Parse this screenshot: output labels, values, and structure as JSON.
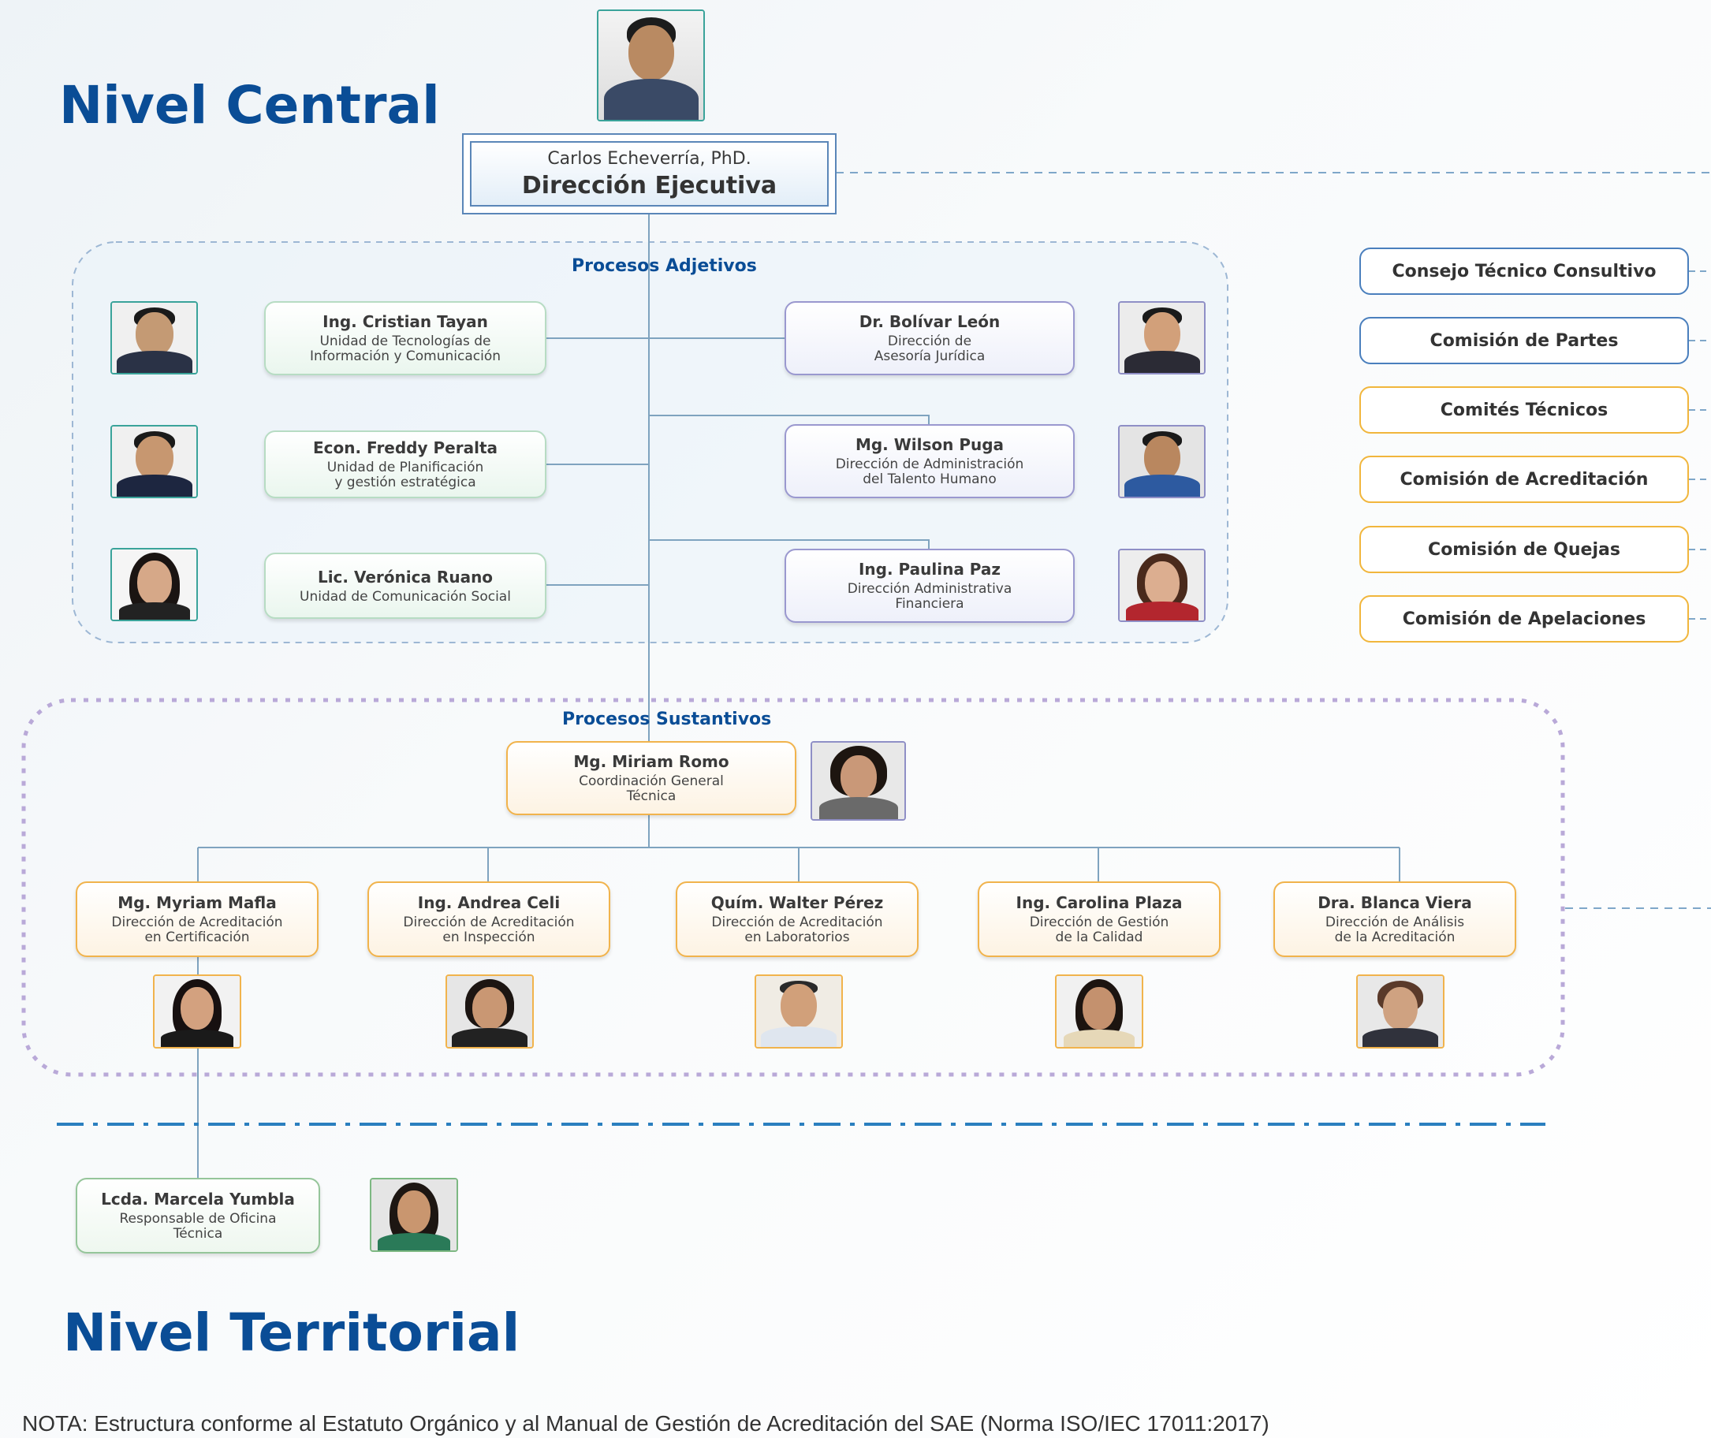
{
  "titles": {
    "central": "Nivel Central",
    "territorial": "Nivel Territorial"
  },
  "executive": {
    "name": "Carlos Echeverría, PhD.",
    "role": "Dirección Ejecutiva"
  },
  "sections": {
    "adjetivos": "Procesos Adjetivos",
    "sustantivos": "Procesos Sustantivos"
  },
  "adjetivos_left": [
    {
      "name": "Ing. Cristian Tayan",
      "role": "Unidad de Tecnologías de\nInformación y Comunicación"
    },
    {
      "name": "Econ. Freddy Peralta",
      "role": "Unidad de Planificación\ny gestión estratégica"
    },
    {
      "name": "Lic. Verónica Ruano",
      "role": "Unidad de Comunicación Social"
    }
  ],
  "adjetivos_right": [
    {
      "name": "Dr. Bolívar León",
      "role": "Dirección de\nAsesoría Jurídica"
    },
    {
      "name": "Mg. Wilson Puga",
      "role": "Dirección de Administración\ndel Talento Humano"
    },
    {
      "name": "Ing. Paulina Paz",
      "role": "Dirección Administrativa\nFinanciera"
    }
  ],
  "coordinacion": {
    "name": "Mg. Miriam Romo",
    "role": "Coordinación General\nTécnica"
  },
  "sustantivos": [
    {
      "name": "Mg. Myriam Mafla",
      "role": "Dirección de Acreditación\nen Certificación"
    },
    {
      "name": "Ing. Andrea Celi",
      "role": "Dirección de Acreditación\nen Inspección"
    },
    {
      "name": "Quím. Walter Pérez",
      "role": "Dirección de Acreditación\nen Laboratorios"
    },
    {
      "name": "Ing. Carolina Plaza",
      "role": "Dirección de Gestión\nde la Calidad"
    },
    {
      "name": "Dra. Blanca Viera",
      "role": "Dirección de Análisis\nde la Acreditación"
    }
  ],
  "territorial": {
    "name": "Lcda. Marcela Yumbla",
    "role": "Responsable de Oficina\nTécnica"
  },
  "side_boxes": [
    "Consejo Técnico Consultivo",
    "Comisión de Partes",
    "Comités Técnicos",
    "Comisión de Acreditación",
    "Comisión de Quejas",
    "Comisión de Apelaciones"
  ],
  "note": "NOTA: Estructura conforme al Estatuto Orgánico y al Manual de Gestión de Acreditación del SAE (Norma ISO/IEC 17011:2017)"
}
